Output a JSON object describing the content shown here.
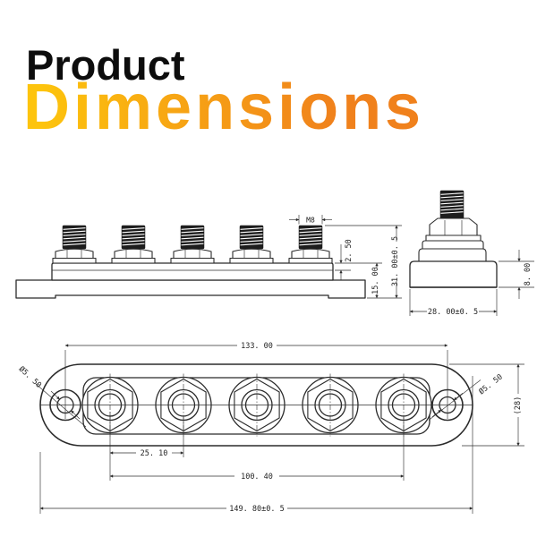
{
  "title": {
    "line1": "Product",
    "line2": "Dimensions"
  },
  "colors": {
    "title_black": "#0d0d0d",
    "gradient_start": "#fdc40d",
    "gradient_end": "#f0811c",
    "line_color": "#2b2b2b"
  },
  "side_view": {
    "thread_label": "M8",
    "plate_thickness": "2. 50",
    "overall_height": "31. 00±0. 5",
    "base_height": "15. 00"
  },
  "end_view": {
    "top_section_height": "8. 00",
    "base_width": "28. 00±0. 5"
  },
  "top_view": {
    "hole_span": "133. 00",
    "hole_dia_left": "Ø5. 50",
    "hole_dia_right": "Ø5. 50",
    "body_width": "(28)",
    "stud_pitch": "25. 10",
    "stud_span": "100. 40",
    "overall_length": "149. 80±0. 5"
  }
}
